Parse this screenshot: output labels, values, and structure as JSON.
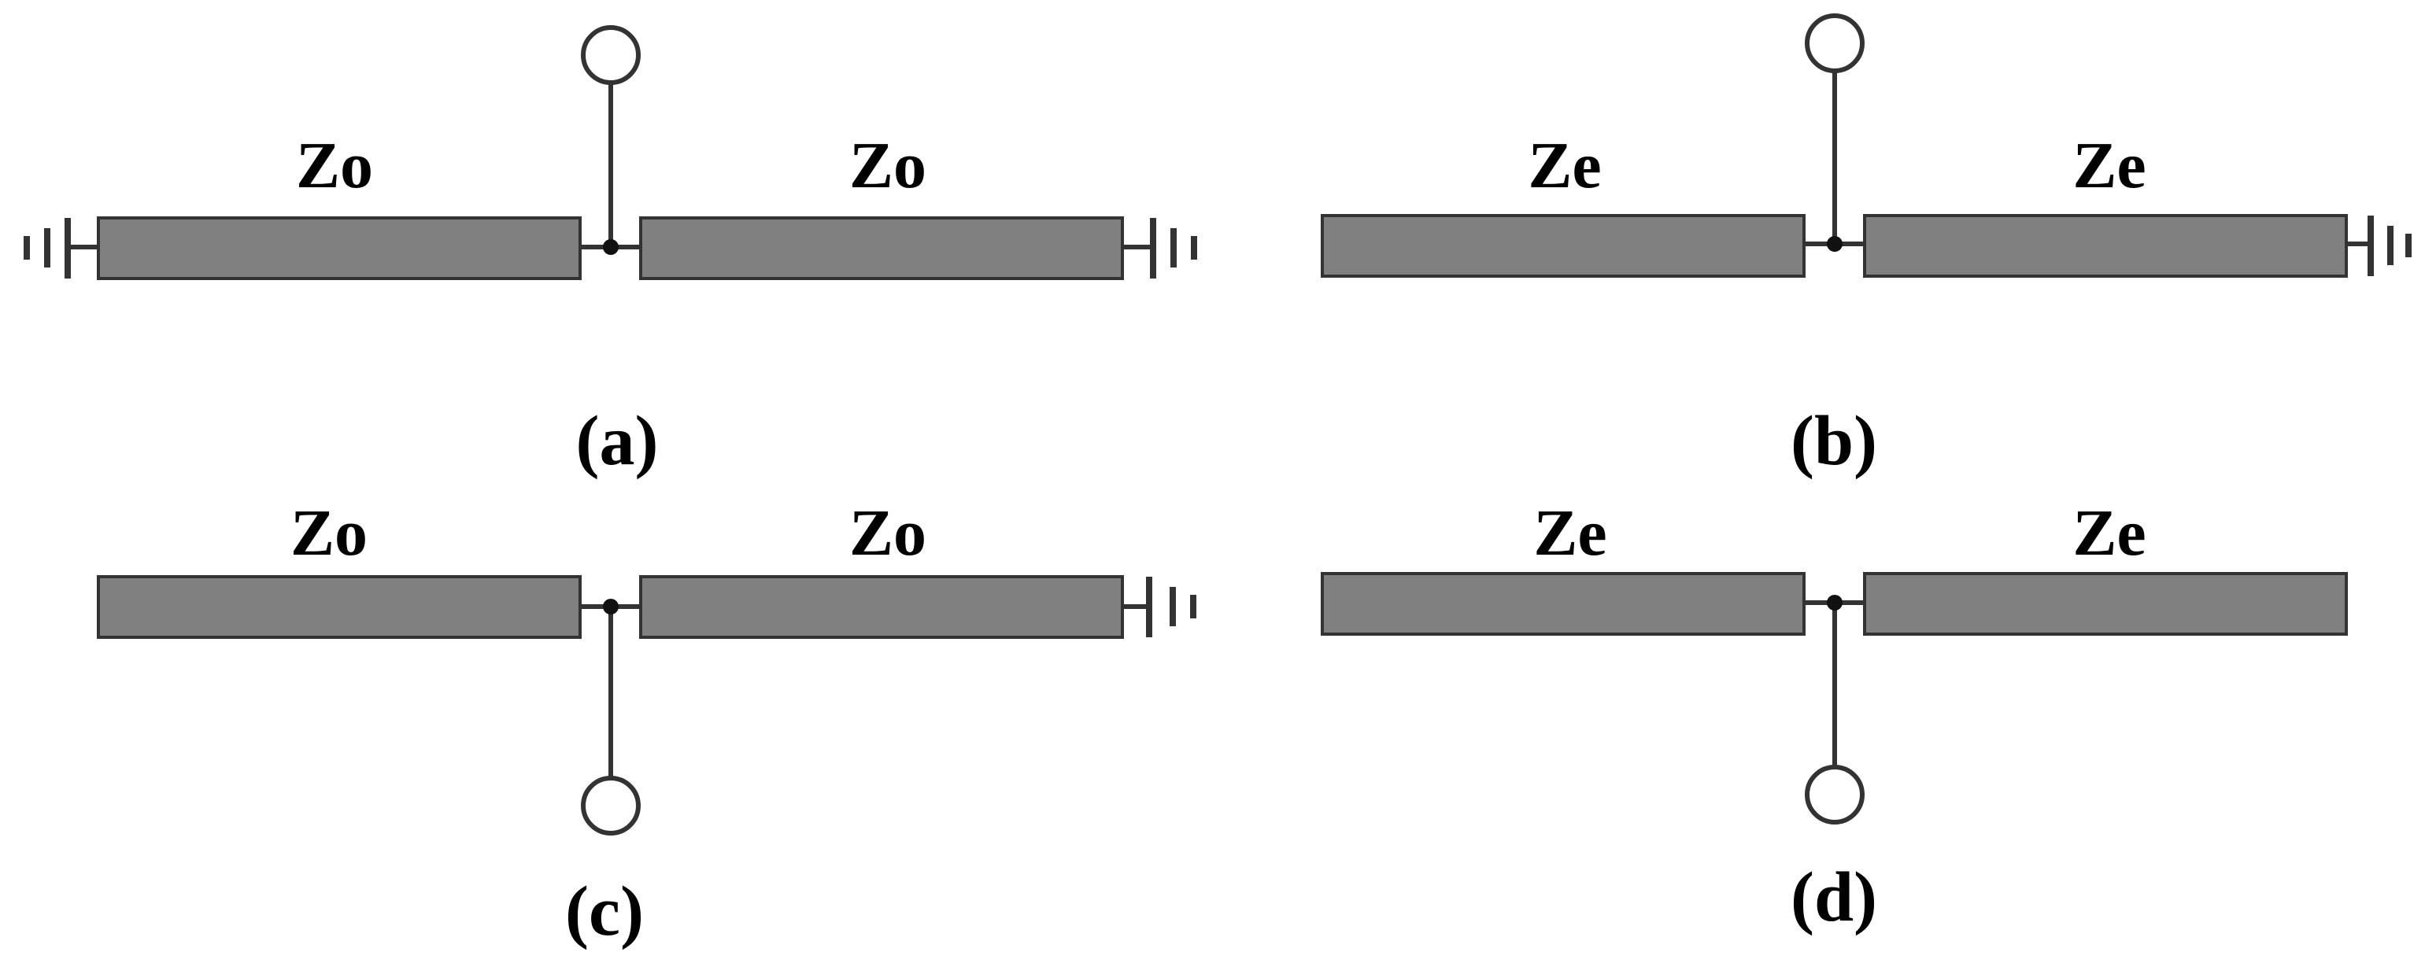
{
  "panels": [
    {
      "id": "a",
      "caption": "(a)",
      "left_label": "Zo",
      "right_label": "Zo",
      "port_side": "top",
      "left_end": "ground",
      "right_end": "ground"
    },
    {
      "id": "b",
      "caption": "(b)",
      "left_label": "Ze",
      "right_label": "Ze",
      "port_side": "top",
      "left_end": "open",
      "right_end": "ground"
    },
    {
      "id": "c",
      "caption": "(c)",
      "left_label": "Zo",
      "right_label": "Zo",
      "port_side": "bottom",
      "left_end": "open",
      "right_end": "ground"
    },
    {
      "id": "d",
      "caption": "(d)",
      "left_label": "Ze",
      "right_label": "Ze",
      "port_side": "bottom",
      "left_end": "open",
      "right_end": "open"
    }
  ],
  "colors": {
    "line_fill": "#808080",
    "stroke": "#333333",
    "text": "#000000"
  }
}
